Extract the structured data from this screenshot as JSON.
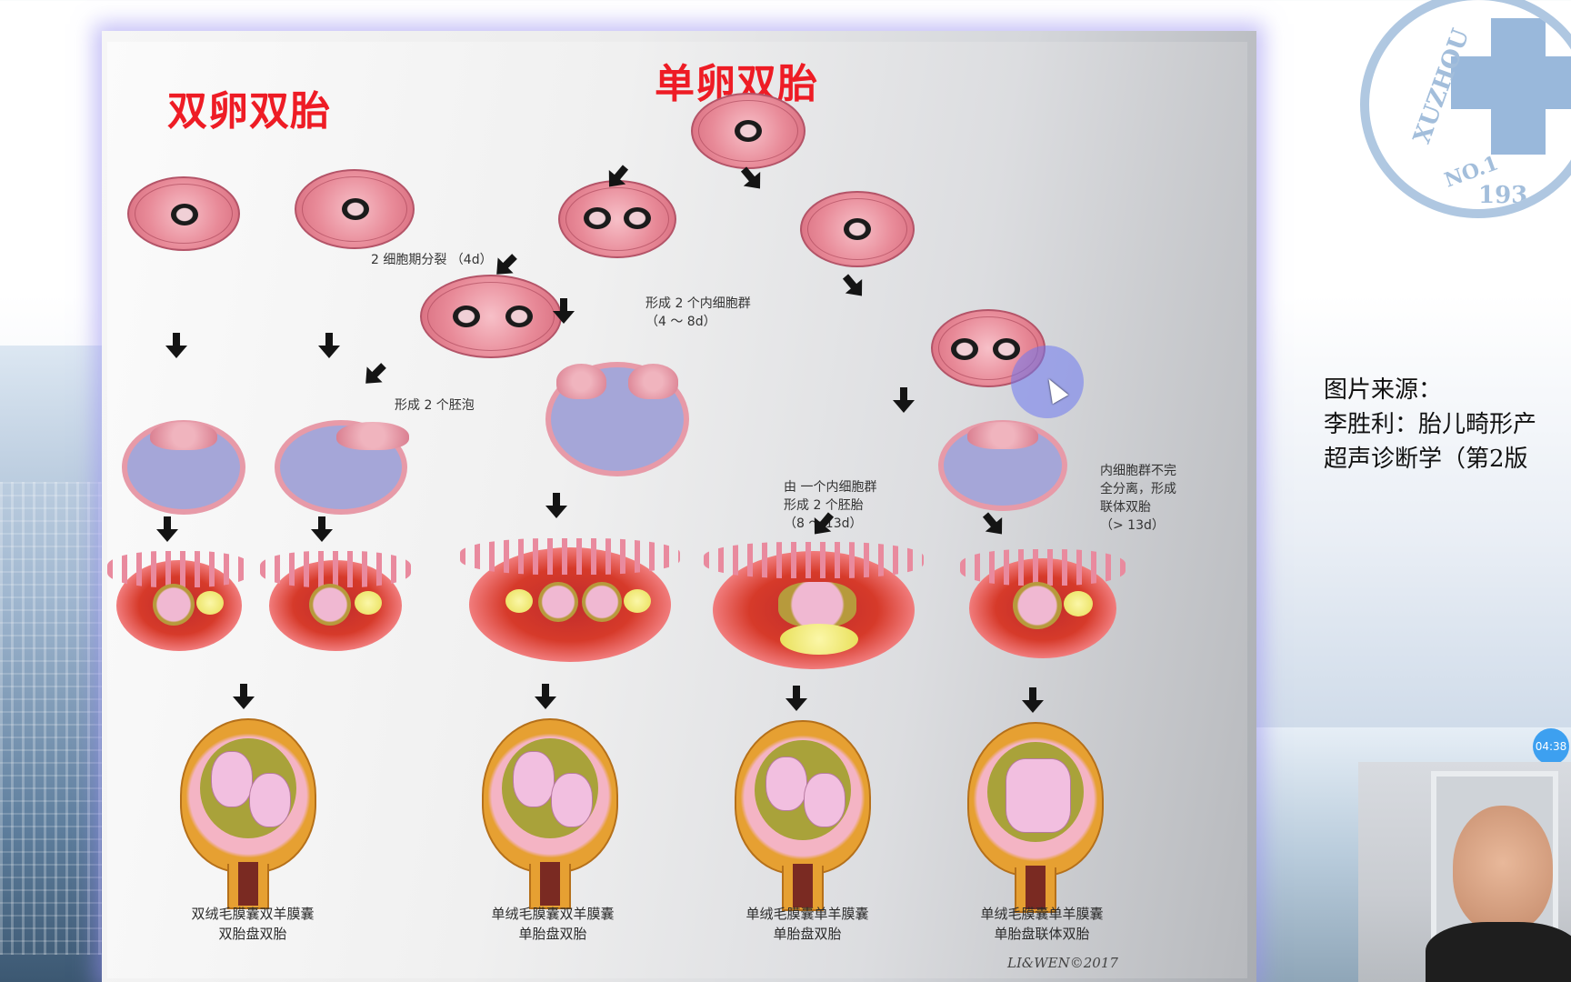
{
  "slide": {
    "title_left": "双卵双胎",
    "title_right": "单卵双胎",
    "labels": {
      "two_cell": "2 细胞期分裂 （4d）",
      "two_blastocysts": "形成 2 个胚泡",
      "two_icm": "形成 2 个内细胞群\n（4 ～ 8d）",
      "one_icm_two_embryos": "由 一个内细胞群\n形成 2 个胚胎\n（8 ～ 13d）",
      "conjoined": "内细胞群不完\n全分离，形成\n联体双胎\n（> 13d）"
    },
    "captions": [
      "双绒毛膜囊双羊膜囊\n双胎盘双胎",
      "单绒毛膜囊双羊膜囊\n单胎盘双胎",
      "单绒毛膜囊单羊膜囊\n单胎盘双胎",
      "单绒毛膜囊单羊膜囊\n单胎盘联体双胎"
    ],
    "signature": "LI&WEN©2017"
  },
  "sidebar": {
    "source_label": "图片来源：",
    "source_line1": "李胜利：胎儿畸形产",
    "source_line2": "超声诊断学（第2版"
  },
  "logo": {
    "text_left": "XUZHOU",
    "text_bottom": "NO.1",
    "text_year": "193"
  },
  "timer": "04:38",
  "colors": {
    "title": "#ee1c25",
    "halo": "#6e78f0",
    "timer": "#3da0f0"
  }
}
